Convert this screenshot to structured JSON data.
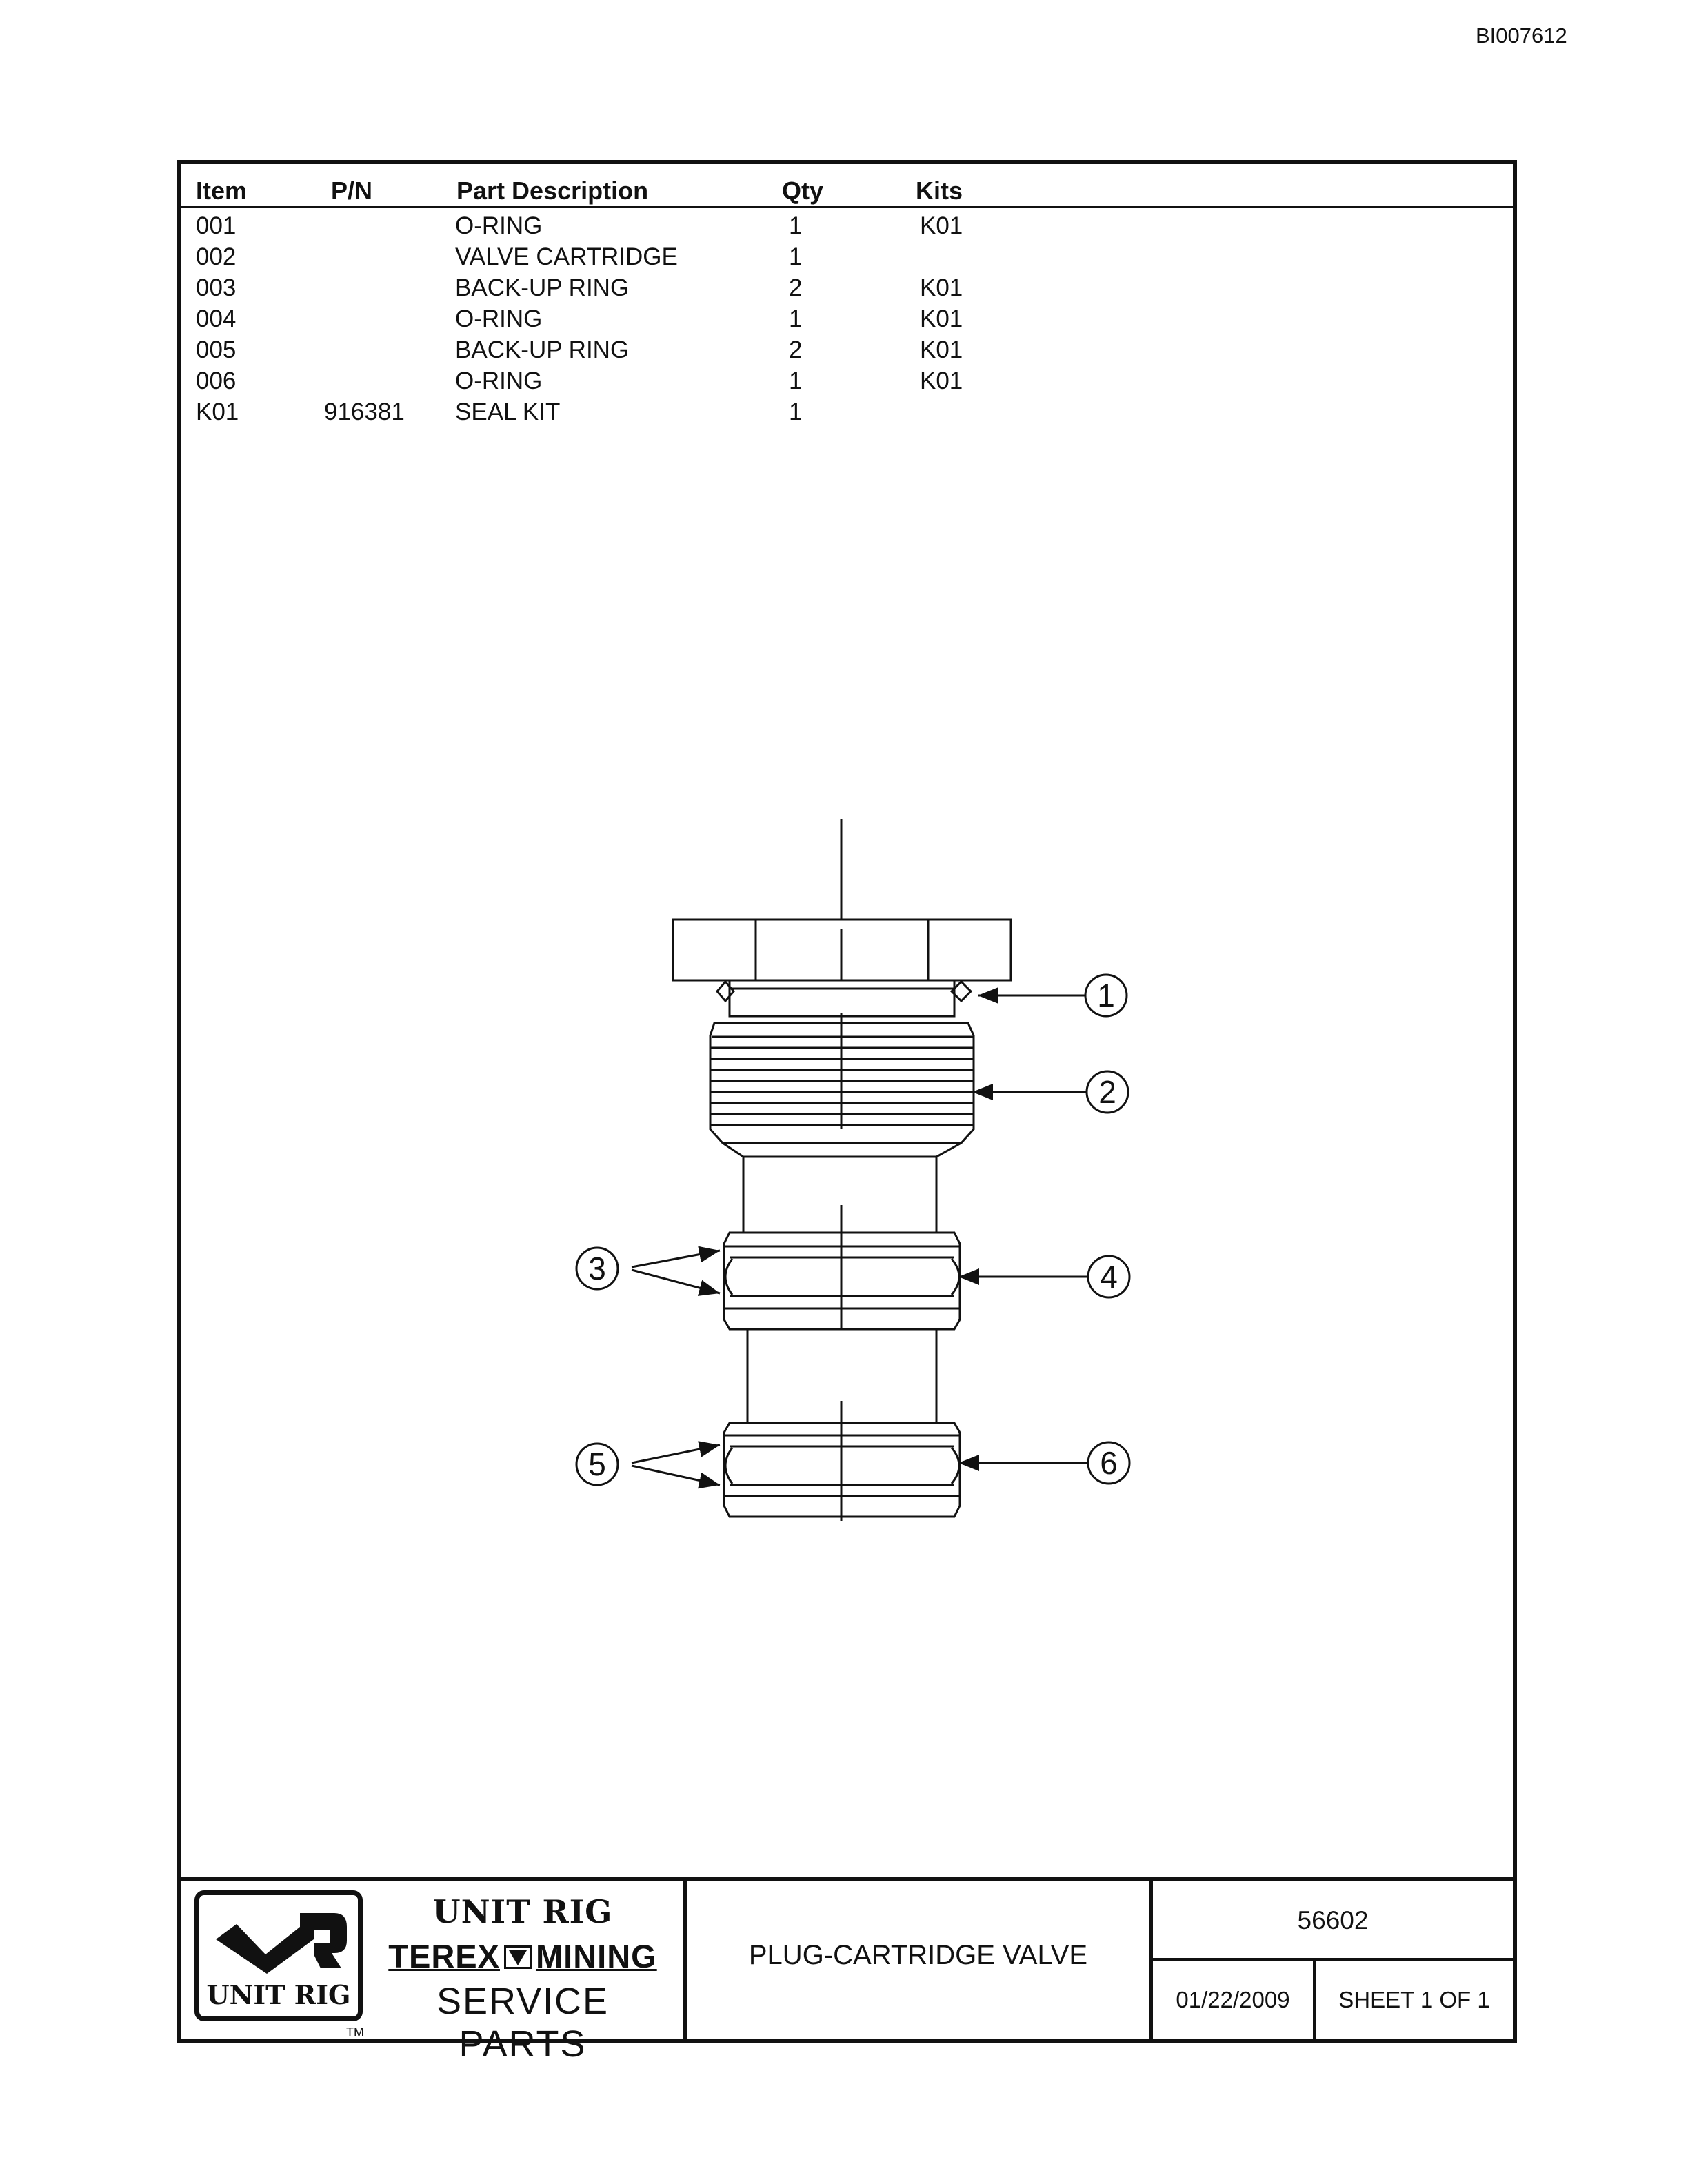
{
  "document_id": "BI007612",
  "table": {
    "headers": {
      "item": "Item",
      "pn": "P/N",
      "description": "Part Description",
      "qty": "Qty",
      "kits": "Kits"
    },
    "rows": [
      {
        "item": "001",
        "pn": "",
        "description": "O-RING",
        "qty": "1",
        "kits": "K01"
      },
      {
        "item": "002",
        "pn": "",
        "description": "VALVE CARTRIDGE",
        "qty": "1",
        "kits": ""
      },
      {
        "item": "003",
        "pn": "",
        "description": "BACK-UP RING",
        "qty": "2",
        "kits": "K01"
      },
      {
        "item": "004",
        "pn": "",
        "description": "O-RING",
        "qty": "1",
        "kits": "K01"
      },
      {
        "item": "005",
        "pn": "",
        "description": "BACK-UP RING",
        "qty": "2",
        "kits": "K01"
      },
      {
        "item": "006",
        "pn": "",
        "description": "O-RING",
        "qty": "1",
        "kits": "K01"
      },
      {
        "item": "K01",
        "pn": "916381",
        "description": "SEAL KIT",
        "qty": "1",
        "kits": ""
      }
    ]
  },
  "drawing": {
    "callouts": [
      "1",
      "2",
      "3",
      "4",
      "5",
      "6"
    ]
  },
  "title_block": {
    "logo_text": "UNIT RIG",
    "brand_line1": "UNIT RIG",
    "brand_line2_left": "TEREX",
    "brand_line2_right": "MINING",
    "brand_line3": "SERVICE PARTS",
    "trademark": "TM",
    "title": "PLUG-CARTRIDGE VALVE",
    "number": "56602",
    "date": "01/22/2009",
    "sheet": "SHEET 1 OF 1"
  }
}
